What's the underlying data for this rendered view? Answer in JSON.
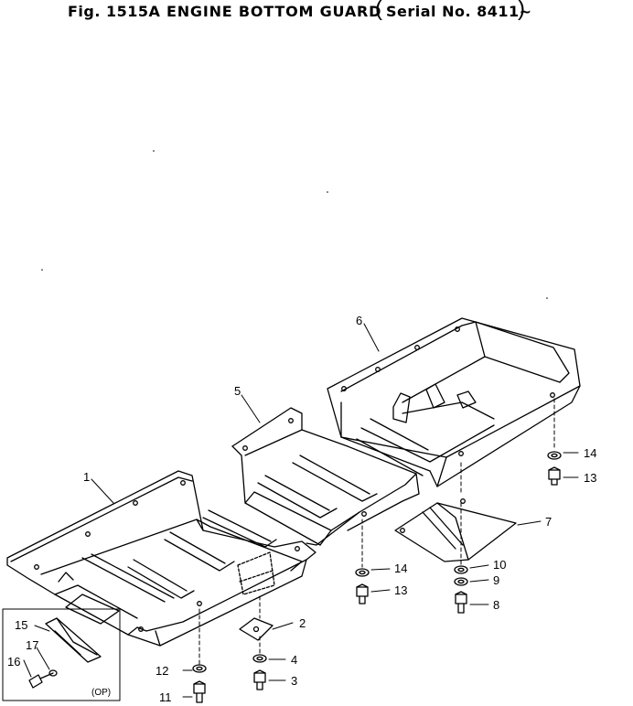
{
  "header": {
    "figure": "Fig. 1515A",
    "title": "ENGINE BOTTOM GUARD",
    "serial": "Serial No. 8411~"
  },
  "callouts": [
    {
      "id": "c1",
      "label": "1"
    },
    {
      "id": "c2",
      "label": "2"
    },
    {
      "id": "c3",
      "label": "3"
    },
    {
      "id": "c4",
      "label": "4"
    },
    {
      "id": "c5",
      "label": "5"
    },
    {
      "id": "c6",
      "label": "6"
    },
    {
      "id": "c7",
      "label": "7"
    },
    {
      "id": "c8",
      "label": "8"
    },
    {
      "id": "c9",
      "label": "9"
    },
    {
      "id": "c10",
      "label": "10"
    },
    {
      "id": "c11",
      "label": "11"
    },
    {
      "id": "c12",
      "label": "12"
    },
    {
      "id": "c13a",
      "label": "13"
    },
    {
      "id": "c13b",
      "label": "13"
    },
    {
      "id": "c14a",
      "label": "14"
    },
    {
      "id": "c14b",
      "label": "14"
    },
    {
      "id": "c15",
      "label": "15"
    },
    {
      "id": "c16",
      "label": "16"
    },
    {
      "id": "c17",
      "label": "17"
    }
  ],
  "inset": {
    "label": "(OP)"
  }
}
